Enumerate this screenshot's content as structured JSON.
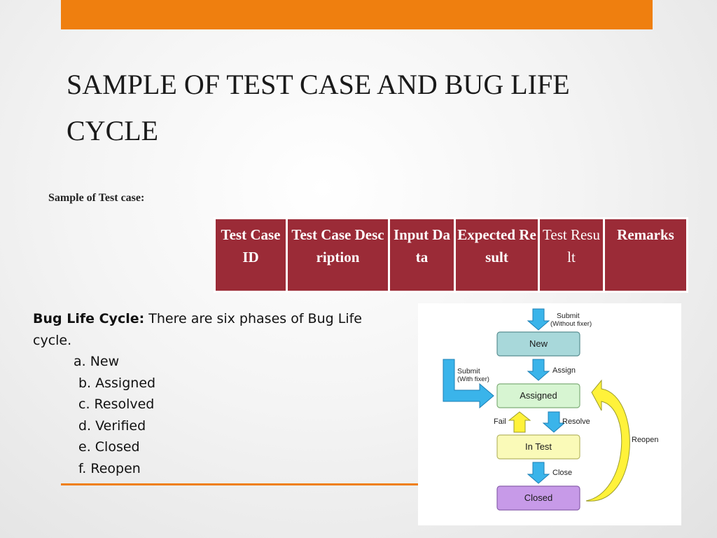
{
  "colors": {
    "accent_orange": "#ef7f0f",
    "table_header": "#9b2b37",
    "box_new": "#a8d8da",
    "box_assigned": "#d7f5d2",
    "box_intest": "#fafab8",
    "box_closed": "#c79ae8",
    "arrow_blue": "#3ab4ea",
    "arrow_yellow": "#fff23a"
  },
  "title": "SAMPLE OF TEST CASE AND BUG LIFE CYCLE",
  "subtitle": "Sample of Test case:",
  "table": {
    "headers": [
      "Test Case ID",
      "Test Case Description",
      "Input Data",
      "Expected Result",
      "Test Result",
      "Remarks"
    ]
  },
  "bug": {
    "label": "Bug Life Cycle:",
    "text": " There are six phases of Bug Life cycle.",
    "phases": [
      "a. New",
      "b. Assigned",
      "c. Resolved",
      "d. Verified",
      "e. Closed",
      "f. Reopen"
    ]
  },
  "diagram": {
    "boxes": {
      "new": "New",
      "assigned": "Assigned",
      "intest": "In Test",
      "closed": "Closed"
    },
    "labels": {
      "submit_top_1": "Submit",
      "submit_top_2": "(Without fixer)",
      "submit_left_1": "Submit",
      "submit_left_2": "(With fixer)",
      "assign": "Assign",
      "fail": "Fail",
      "resolve": "Resolve",
      "close": "Close",
      "reopen": "Reopen"
    }
  }
}
